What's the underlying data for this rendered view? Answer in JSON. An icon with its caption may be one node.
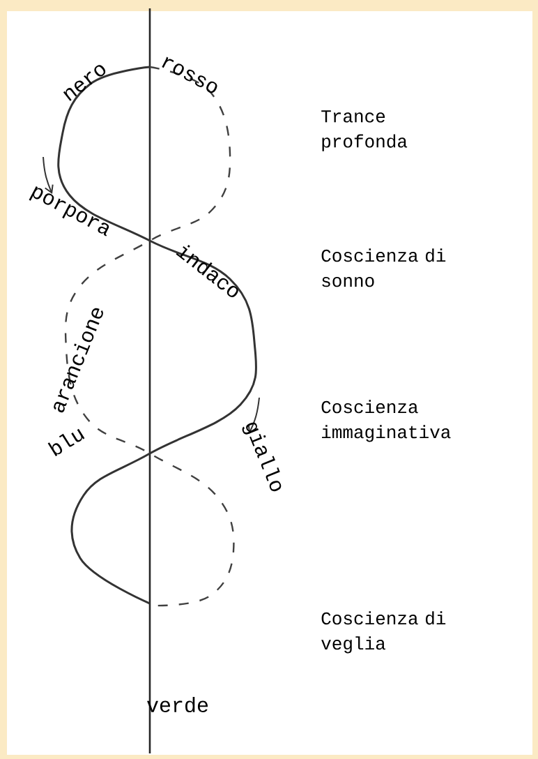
{
  "diagram": {
    "labels": [
      "nero",
      "rosso",
      "Trance profonda",
      "porpora",
      "Coscienza di sonno",
      "indaco",
      "arancione",
      "Coscienza immaginativa",
      "blu",
      "giallo",
      "Coscienza di veglia",
      "verde"
    ]
  }
}
